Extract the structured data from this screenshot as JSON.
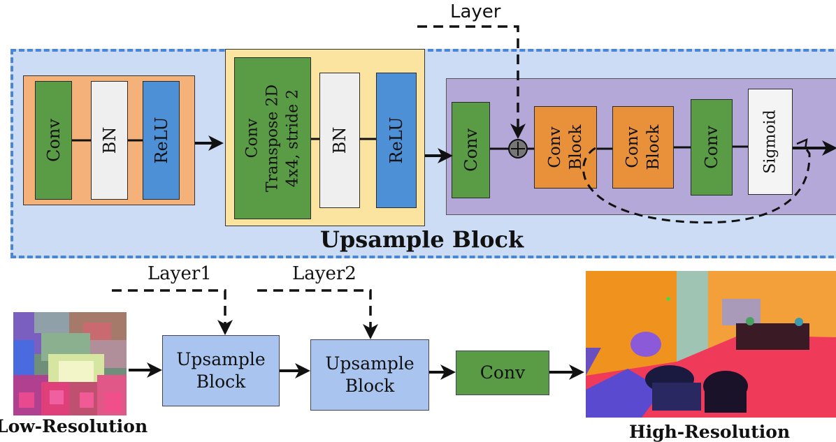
{
  "top_layer_label": "Layer",
  "upsample_title": "Upsample Block",
  "group1": {
    "conv": "Conv",
    "bn": "BN",
    "relu": "ReLU"
  },
  "group2": {
    "conv_line1": "Conv",
    "conv_line2": "Transpose 2D",
    "conv_line3": "4x4, stride 2",
    "bn": "BN",
    "relu": "ReLU"
  },
  "group3": {
    "conv_a": "Conv",
    "convblock1_l1": "Conv",
    "convblock1_l2": "Block",
    "convblock2_l1": "Conv",
    "convblock2_l2": "Block",
    "conv_b": "Conv",
    "sigmoid": "Sigmoid"
  },
  "bottom": {
    "layer1": "Layer1",
    "layer2": "Layer2",
    "up1_l1": "Upsample",
    "up1_l2": "Block",
    "up2_l1": "Upsample",
    "up2_l2": "Block",
    "conv": "Conv",
    "low_caption": "Low-Resolution",
    "high_caption": "High-Resolution"
  },
  "colors": {
    "panel": "#cbdcf4",
    "panel_border": "#4a86d8",
    "group1": "#f4b27a",
    "group2": "#fbe4a0",
    "group3": "#b3a8d8",
    "green": "#5a9c45",
    "blue": "#4e90d6",
    "orange": "#e8903a",
    "upsample_box": "#a8c4ef"
  }
}
